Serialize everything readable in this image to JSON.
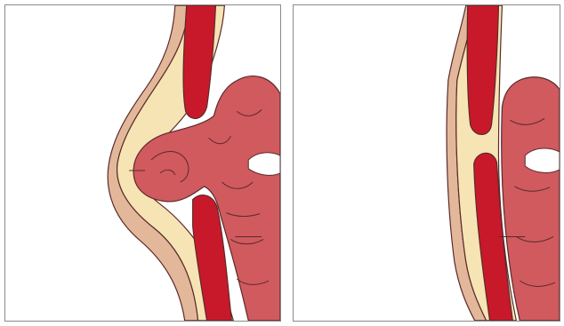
{
  "figure": {
    "panels": [
      {
        "id": "left",
        "depiction": "protruding-sac",
        "contents": [
          "skin-layer",
          "fat-layer",
          "muscle-band-upper",
          "muscle-band-lower",
          "intestine-loops"
        ]
      },
      {
        "id": "right",
        "depiction": "flat-gap",
        "contents": [
          "skin-layer",
          "fat-layer",
          "muscle-band-upper",
          "muscle-band-lower",
          "intestine-loops"
        ]
      }
    ],
    "colors": {
      "skin": "#e3b89a",
      "fat": "#f6e4b4",
      "muscle": "#c8192a",
      "intestine": "#d05a5e",
      "outline": "#5a2a2a",
      "border": "#8a8a8a"
    }
  }
}
